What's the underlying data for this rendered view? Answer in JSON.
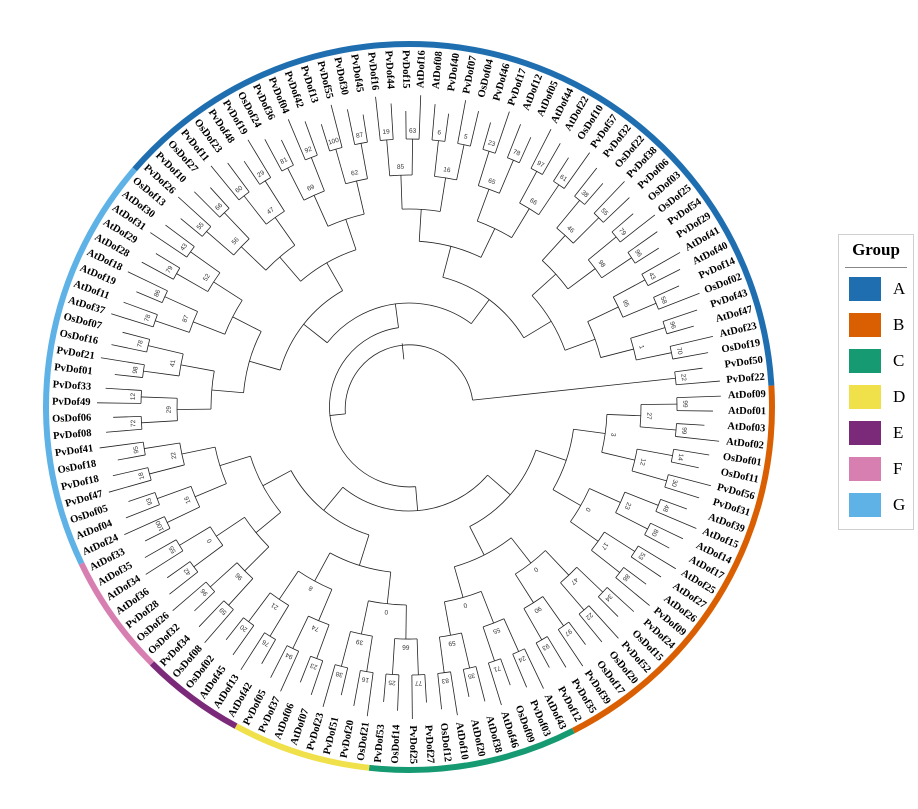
{
  "figure": {
    "legend": {
      "title": "Group",
      "groups": [
        {
          "label": "A",
          "color": "#1f6fb0"
        },
        {
          "label": "B",
          "color": "#d95f02"
        },
        {
          "label": "C",
          "color": "#159a72"
        },
        {
          "label": "D",
          "color": "#f0e04a"
        },
        {
          "label": "E",
          "color": "#7b2a7a"
        },
        {
          "label": "F",
          "color": "#d67fb0"
        },
        {
          "label": "G",
          "color": "#5fb2e6"
        }
      ]
    },
    "leaves": [
      {
        "name": "AtDof09",
        "group": "B"
      },
      {
        "name": "AtDof01",
        "group": "B"
      },
      {
        "name": "AtDof03",
        "group": "B"
      },
      {
        "name": "AtDof02",
        "group": "B"
      },
      {
        "name": "OsDof01",
        "group": "B"
      },
      {
        "name": "OsDof11",
        "group": "B"
      },
      {
        "name": "PvDof56",
        "group": "B"
      },
      {
        "name": "PvDof31",
        "group": "B"
      },
      {
        "name": "AtDof39",
        "group": "B"
      },
      {
        "name": "AtDof15",
        "group": "B"
      },
      {
        "name": "AtDof14",
        "group": "B"
      },
      {
        "name": "AtDof17",
        "group": "B"
      },
      {
        "name": "AtDof25",
        "group": "B"
      },
      {
        "name": "AtDof27",
        "group": "B"
      },
      {
        "name": "AtDof26",
        "group": "B"
      },
      {
        "name": "PvDof09",
        "group": "B"
      },
      {
        "name": "PvDof24",
        "group": "B"
      },
      {
        "name": "OsDof15",
        "group": "B"
      },
      {
        "name": "PvDof52",
        "group": "B"
      },
      {
        "name": "OsDof20",
        "group": "B"
      },
      {
        "name": "OsDof17",
        "group": "B"
      },
      {
        "name": "PvDof39",
        "group": "B"
      },
      {
        "name": "PvDof35",
        "group": "B"
      },
      {
        "name": "PvDof12",
        "group": "B"
      },
      {
        "name": "AtDof43",
        "group": "C"
      },
      {
        "name": "PvDof03",
        "group": "C"
      },
      {
        "name": "OsDof09",
        "group": "C"
      },
      {
        "name": "AtDof46",
        "group": "C"
      },
      {
        "name": "AtDof38",
        "group": "C"
      },
      {
        "name": "AtDof20",
        "group": "C"
      },
      {
        "name": "AtDof10",
        "group": "C"
      },
      {
        "name": "OsDof12",
        "group": "C"
      },
      {
        "name": "PvDof27",
        "group": "C"
      },
      {
        "name": "PvDof25",
        "group": "C"
      },
      {
        "name": "OsDof14",
        "group": "C"
      },
      {
        "name": "PvDof53",
        "group": "C"
      },
      {
        "name": "OsDof21",
        "group": "D"
      },
      {
        "name": "PvDof20",
        "group": "D"
      },
      {
        "name": "PvDof51",
        "group": "D"
      },
      {
        "name": "PvDof23",
        "group": "D"
      },
      {
        "name": "AtDof07",
        "group": "D"
      },
      {
        "name": "AtDof06",
        "group": "D"
      },
      {
        "name": "PvDof37",
        "group": "D"
      },
      {
        "name": "PvDof05",
        "group": "D"
      },
      {
        "name": "AtDof42",
        "group": "E"
      },
      {
        "name": "AtDof13",
        "group": "E"
      },
      {
        "name": "AtDof45",
        "group": "E"
      },
      {
        "name": "OsDof02",
        "group": "E"
      },
      {
        "name": "OsDof08",
        "group": "E"
      },
      {
        "name": "PvDof34",
        "group": "E"
      },
      {
        "name": "OsDof32",
        "group": "F"
      },
      {
        "name": "OsDof26",
        "group": "F"
      },
      {
        "name": "PvDof28",
        "group": "F"
      },
      {
        "name": "AtDof36",
        "group": "F"
      },
      {
        "name": "AtDof34",
        "group": "F"
      },
      {
        "name": "AtDof35",
        "group": "F"
      },
      {
        "name": "AtDof33",
        "group": "F"
      },
      {
        "name": "AtDof24",
        "group": "G"
      },
      {
        "name": "AtDof04",
        "group": "G"
      },
      {
        "name": "OsDof05",
        "group": "G"
      },
      {
        "name": "PvDof47",
        "group": "G"
      },
      {
        "name": "PvDof18",
        "group": "G"
      },
      {
        "name": "OsDof18",
        "group": "G"
      },
      {
        "name": "PvDof41",
        "group": "G"
      },
      {
        "name": "PvDof08",
        "group": "G"
      },
      {
        "name": "OsDof06",
        "group": "G"
      },
      {
        "name": "PvDof49",
        "group": "G"
      },
      {
        "name": "PvDof33",
        "group": "G"
      },
      {
        "name": "PvDof01",
        "group": "G"
      },
      {
        "name": "PvDof21",
        "group": "G"
      },
      {
        "name": "OsDof16",
        "group": "G"
      },
      {
        "name": "OsDof07",
        "group": "G"
      },
      {
        "name": "AtDof37",
        "group": "G"
      },
      {
        "name": "AtDof11",
        "group": "G"
      },
      {
        "name": "AtDof19",
        "group": "G"
      },
      {
        "name": "AtDof18",
        "group": "G"
      },
      {
        "name": "AtDof28",
        "group": "G"
      },
      {
        "name": "AtDof29",
        "group": "G"
      },
      {
        "name": "AtDof31",
        "group": "G"
      },
      {
        "name": "AtDof30",
        "group": "G"
      },
      {
        "name": "OsDof13",
        "group": "G"
      },
      {
        "name": "PvDof26",
        "group": "A"
      },
      {
        "name": "PvDof10",
        "group": "A"
      },
      {
        "name": "OsDof27",
        "group": "A"
      },
      {
        "name": "PvDof11",
        "group": "A"
      },
      {
        "name": "OsDof23",
        "group": "A"
      },
      {
        "name": "PvDof48",
        "group": "A"
      },
      {
        "name": "PvDof19",
        "group": "A"
      },
      {
        "name": "OsDof24",
        "group": "A"
      },
      {
        "name": "PvDof36",
        "group": "A"
      },
      {
        "name": "PvDof04",
        "group": "A"
      },
      {
        "name": "PvDof42",
        "group": "A"
      },
      {
        "name": "PvDof13",
        "group": "A"
      },
      {
        "name": "PvDof55",
        "group": "A"
      },
      {
        "name": "PvDof30",
        "group": "A"
      },
      {
        "name": "PvDof45",
        "group": "A"
      },
      {
        "name": "PvDof16",
        "group": "A"
      },
      {
        "name": "PvDof44",
        "group": "A"
      },
      {
        "name": "PvDof15",
        "group": "A"
      },
      {
        "name": "AtDof16",
        "group": "A"
      },
      {
        "name": "AtDof08",
        "group": "A"
      },
      {
        "name": "PvDof40",
        "group": "A"
      },
      {
        "name": "PvDof07",
        "group": "A"
      },
      {
        "name": "OsDof04",
        "group": "A"
      },
      {
        "name": "PvDof46",
        "group": "A"
      },
      {
        "name": "PvDof17",
        "group": "A"
      },
      {
        "name": "AtDof12",
        "group": "A"
      },
      {
        "name": "AtDof05",
        "group": "A"
      },
      {
        "name": "AtDof44",
        "group": "A"
      },
      {
        "name": "AtDof22",
        "group": "A"
      },
      {
        "name": "OsDof10",
        "group": "A"
      },
      {
        "name": "PvDof57",
        "group": "A"
      },
      {
        "name": "PvDof32",
        "group": "A"
      },
      {
        "name": "OsDof22",
        "group": "A"
      },
      {
        "name": "PvDof38",
        "group": "A"
      },
      {
        "name": "PvDof06",
        "group": "A"
      },
      {
        "name": "OsDof03",
        "group": "A"
      },
      {
        "name": "OsDof25",
        "group": "A"
      },
      {
        "name": "PvDof54",
        "group": "A"
      },
      {
        "name": "PvDof29",
        "group": "A"
      },
      {
        "name": "AtDof41",
        "group": "A"
      },
      {
        "name": "AtDof40",
        "group": "A"
      },
      {
        "name": "PvDof14",
        "group": "A"
      },
      {
        "name": "OsDof02",
        "group": "A"
      },
      {
        "name": "PvDof43",
        "group": "A"
      },
      {
        "name": "AtDof47",
        "group": "A"
      },
      {
        "name": "AtDof23",
        "group": "A"
      },
      {
        "name": "OsDof19",
        "group": "A"
      },
      {
        "name": "PvDof50",
        "group": "A"
      },
      {
        "name": "PvDof22",
        "group": "A"
      }
    ],
    "support_values": [
      "99",
      "99",
      "14",
      "30",
      "48",
      "80",
      "53",
      "86",
      "34",
      "22",
      "97",
      "93",
      "24",
      "71",
      "35",
      "83",
      "77",
      "25",
      "16",
      "38",
      "23",
      "94",
      "76",
      "20",
      "59",
      "96",
      "42",
      "55",
      "100",
      "93",
      "18",
      "95",
      "72",
      "12",
      "98",
      "78",
      "78",
      "86",
      "79",
      "43",
      "55",
      "66",
      "60",
      "29",
      "81",
      "92",
      "100",
      "87",
      "19",
      "63",
      "6",
      "5",
      "23",
      "78",
      "97",
      "61",
      "38",
      "55",
      "79",
      "96",
      "43",
      "58",
      "96",
      "70",
      "22",
      "27",
      "12",
      "23",
      "17",
      "47",
      "90",
      "55",
      "59",
      "66",
      "39",
      "74",
      "21",
      "96",
      "0",
      "16",
      "22",
      "29",
      "41",
      "87",
      "52",
      "56",
      "47",
      "69",
      "62",
      "85",
      "16",
      "65",
      "66",
      "46",
      "98",
      "95",
      "1",
      "3",
      "0",
      "0",
      "0",
      "0",
      "8"
    ]
  }
}
